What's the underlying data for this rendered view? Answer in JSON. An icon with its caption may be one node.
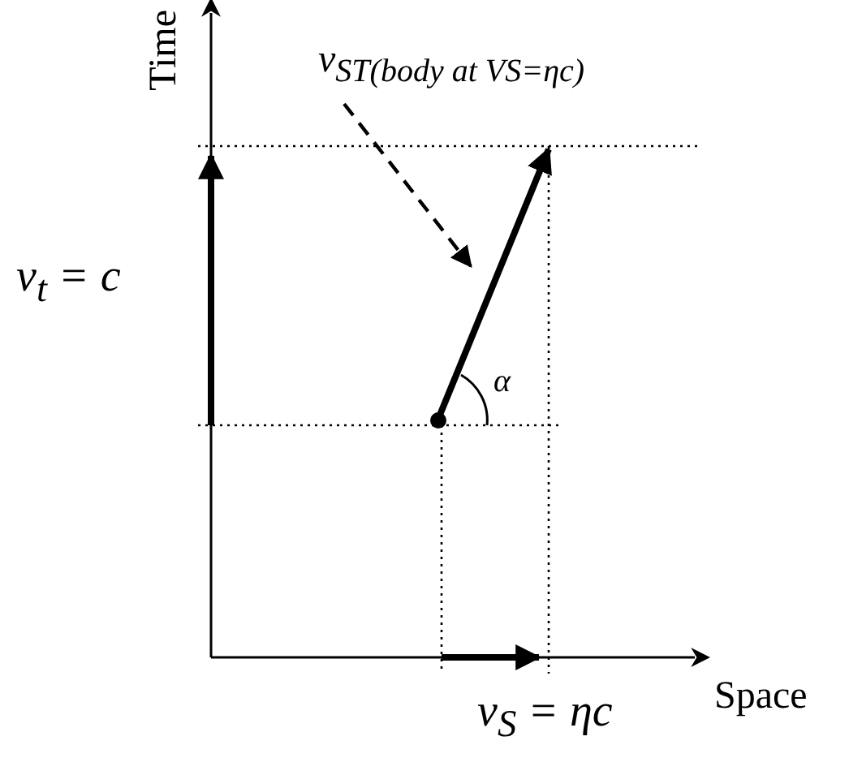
{
  "diagram": {
    "nodes": [
      {
        "text": [
          "v$_{ST(body at V}$$_{S}$$_{=ηc)}$"
        ]
      },
      {
        "text": [],
        "shape": "arrow"
      }
    ],
    "edges": [
      {
        "from": 0,
        "to": 1,
        "arrow": "to",
        "style": "dashed"
      }
    ],
    "labels": [
      "Time",
      "v$_{t}$ = c",
      "α",
      "Space",
      "v$_{S}$ = ηc"
    ]
  }
}
